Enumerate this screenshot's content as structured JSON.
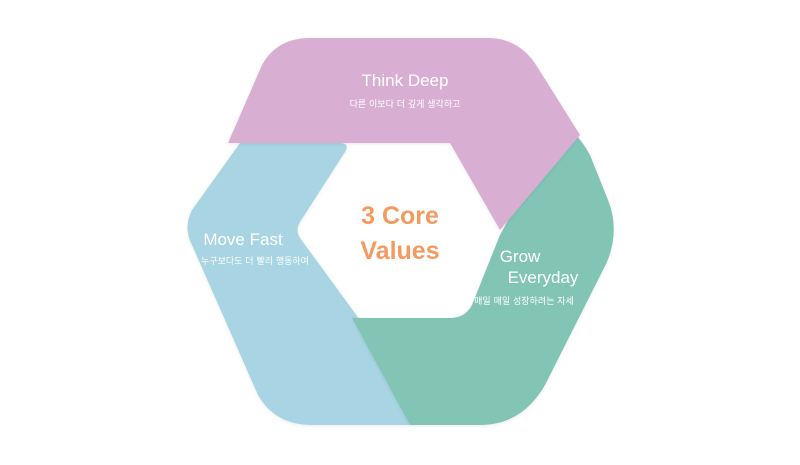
{
  "center": {
    "line1": "3 Core",
    "line2": "Values"
  },
  "values": [
    {
      "title": "Think Deep",
      "subtitle": "다른 이보다 더 깊게 생각하고",
      "color": "#d9aed3"
    },
    {
      "title_line1": "Grow",
      "title_line2": "Everyday",
      "subtitle": "매일 매일 성장하려는 자세",
      "color": "#82c5b5"
    },
    {
      "title": "Move Fast",
      "subtitle": "누구보다도 더 빨리 행동하여",
      "color": "#a8d4e3"
    }
  ],
  "colors": {
    "center_text": "#f49a5f",
    "segment_text": "#ffffff"
  }
}
